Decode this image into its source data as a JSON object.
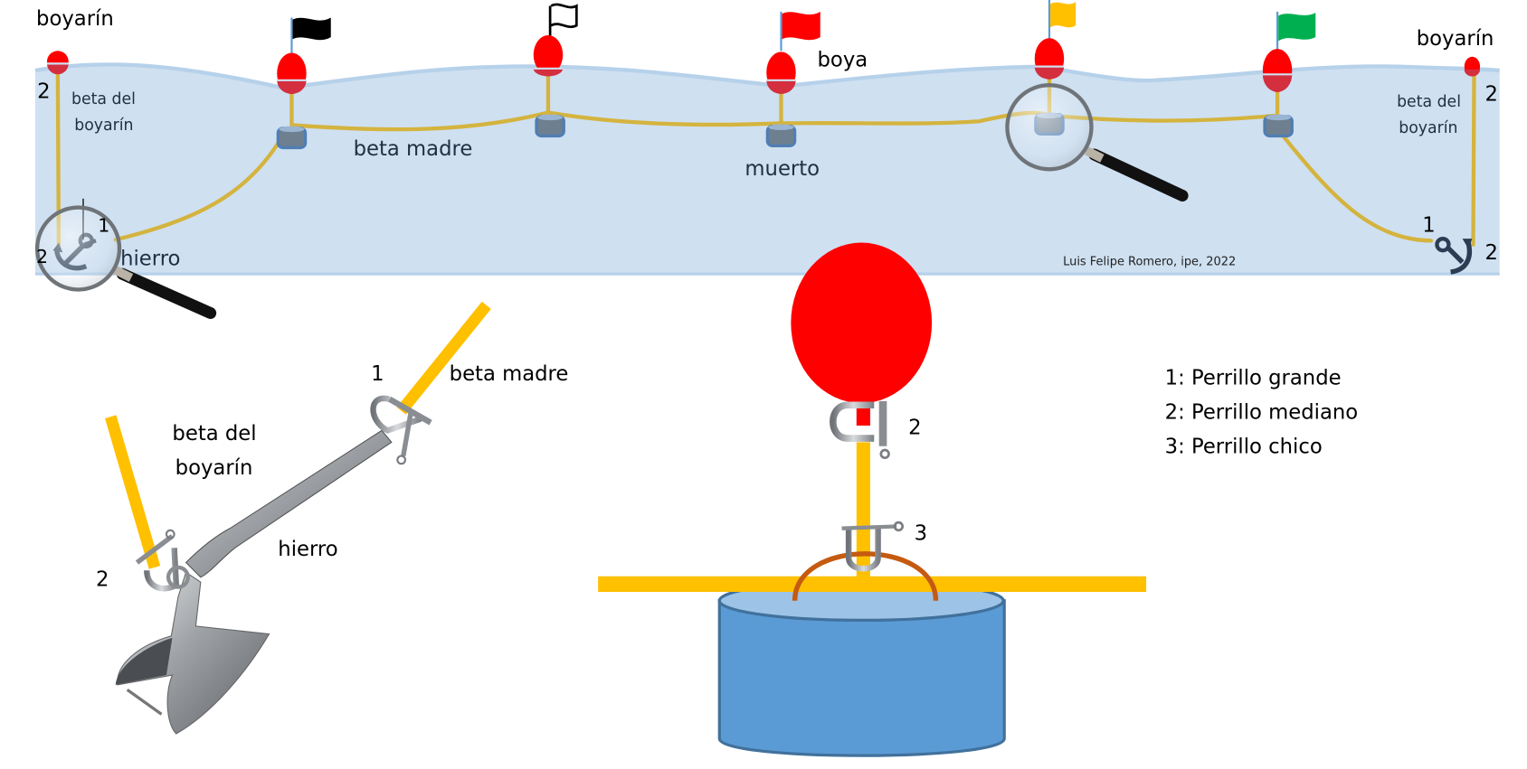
{
  "colors": {
    "water": "#cfe0f1",
    "water_edge": "#b6d1ea",
    "rope_panel": "#d4b43e",
    "rope_detail": "#ffc000",
    "buoy_red": "#ff0000",
    "buoy_submerged": "#d32f3e",
    "weight_blue": "#5b9bd5",
    "weight_top": "#9dc3e6",
    "weight_edge": "#41719c",
    "handle_orange": "#c55a11",
    "anchor_navy": "#2b3d52",
    "flag_black": "#000000",
    "flag_red": "#ff0000",
    "flag_yellow": "#ffc000",
    "flag_green": "#00b050"
  },
  "panel": {
    "left_boyarin_label": "boyarín",
    "right_boyarin_label": "boyarín",
    "left_beta_boyarin_line1": "beta del",
    "left_beta_boyarin_line2": "boyarín",
    "right_beta_boyarin_line1": "beta del",
    "right_beta_boyarin_line2": "boyarín",
    "beta_madre_label": "beta madre",
    "muerto_label": "muerto",
    "boya_label": "boya",
    "hierro_label": "hierro",
    "credit": "Luis Felipe Romero, ipe,  2022",
    "left_top_num": "2",
    "left_anchor_num_1": "1",
    "left_anchor_num_2": "2",
    "right_top_num": "2",
    "right_anchor_num_1": "1",
    "right_anchor_num_2": "2",
    "flags": [
      "black",
      "outline",
      "red",
      "yellow",
      "green"
    ]
  },
  "anchor_detail": {
    "num_1": "1",
    "beta_madre": "beta madre",
    "beta_boyarin_line1": "beta del",
    "beta_boyarin_line2": "boyarín",
    "hierro": "hierro",
    "num_2": "2"
  },
  "mooring_detail": {
    "num_2": "2",
    "num_3": "3"
  },
  "legend": {
    "items": [
      "1: Perrillo grande",
      "2: Perrillo mediano",
      "3: Perrillo chico"
    ]
  }
}
